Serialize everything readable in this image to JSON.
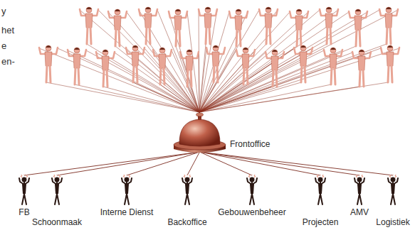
{
  "diagram": {
    "nodes": [
      {
        "text": [
          "Frontoffice"
        ]
      },
      {
        "text": [
          "FB"
        ]
      },
      {
        "text": [
          "Schoonmaak"
        ]
      },
      {
        "text": [
          "Interne Dienst"
        ]
      },
      {
        "text": [
          "Backoffice"
        ]
      },
      {
        "text": [
          "Gebouwenbeheer"
        ]
      },
      {
        "text": [
          "Projecten"
        ]
      },
      {
        "text": [
          "AMV"
        ]
      },
      {
        "text": [
          "Logistiek"
        ]
      }
    ],
    "edges": [
      {
        "from": 0,
        "to": 1,
        "arrow": "none"
      },
      {
        "from": 0,
        "to": 2,
        "arrow": "none"
      },
      {
        "from": 0,
        "to": 3,
        "arrow": "none"
      },
      {
        "from": 0,
        "to": 4,
        "arrow": "none"
      },
      {
        "from": 0,
        "to": 5,
        "arrow": "none"
      },
      {
        "from": 0,
        "to": 6,
        "arrow": "none"
      },
      {
        "from": 0,
        "to": 7,
        "arrow": "none"
      },
      {
        "from": 0,
        "to": 8,
        "arrow": "none"
      }
    ],
    "labels": [
      "y",
      "het",
      "e",
      "en-"
    ]
  }
}
